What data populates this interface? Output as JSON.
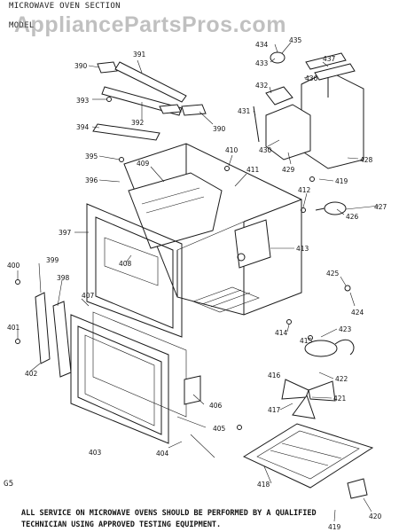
{
  "header": {
    "section": "MICROWAVE OVEN SECTION",
    "model_prefix": "MODEL"
  },
  "watermark": "AppliancePartsPros.com",
  "page_code": "G5",
  "footer": {
    "line1": "ALL SERVICE ON MICROWAVE OVENS SHOULD BE PERFORMED BY A QUALIFIED",
    "line2": "TECHNICIAN USING APPROVED TESTING EQUIPMENT."
  },
  "part_labels": [
    "390",
    "391",
    "392",
    "393",
    "390",
    "394",
    "395",
    "396",
    "397",
    "399",
    "398",
    "400",
    "401",
    "402",
    "403",
    "404",
    "405",
    "406",
    "407",
    "408",
    "409",
    "410",
    "411",
    "412",
    "413",
    "414",
    "415",
    "416",
    "417",
    "418",
    "419",
    "420",
    "421",
    "422",
    "423",
    "424",
    "425",
    "426",
    "427",
    "428",
    "419",
    "429",
    "430",
    "431",
    "432",
    "433",
    "434",
    "435",
    "436",
    "437"
  ]
}
